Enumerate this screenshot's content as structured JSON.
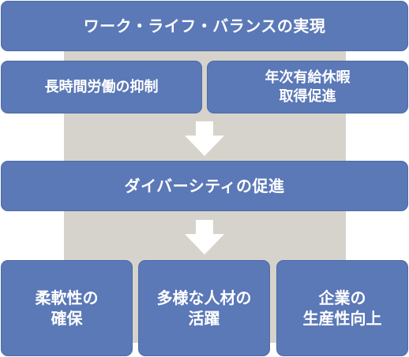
{
  "top": {
    "label": "ワーク・ライフ・バランスの実現"
  },
  "middle": {
    "left": {
      "lines": [
        "長時間労働の抑制"
      ]
    },
    "right": {
      "lines": [
        "年次有給休暇",
        "取得促進"
      ]
    }
  },
  "diversity": {
    "label": "ダイバーシティの促進"
  },
  "outcomes": [
    {
      "lines": [
        "柔軟性の",
        "確保"
      ]
    },
    {
      "lines": [
        "多様な人材の",
        "活躍"
      ]
    },
    {
      "lines": [
        "企業の",
        "生産性向上"
      ]
    }
  ],
  "colors": {
    "box": "#5b78b7",
    "backdrop": "#d5d3cb",
    "arrow": "#ffffff",
    "text": "#ffffff"
  },
  "icons": {
    "flow_arrow": "down-arrow-icon"
  }
}
